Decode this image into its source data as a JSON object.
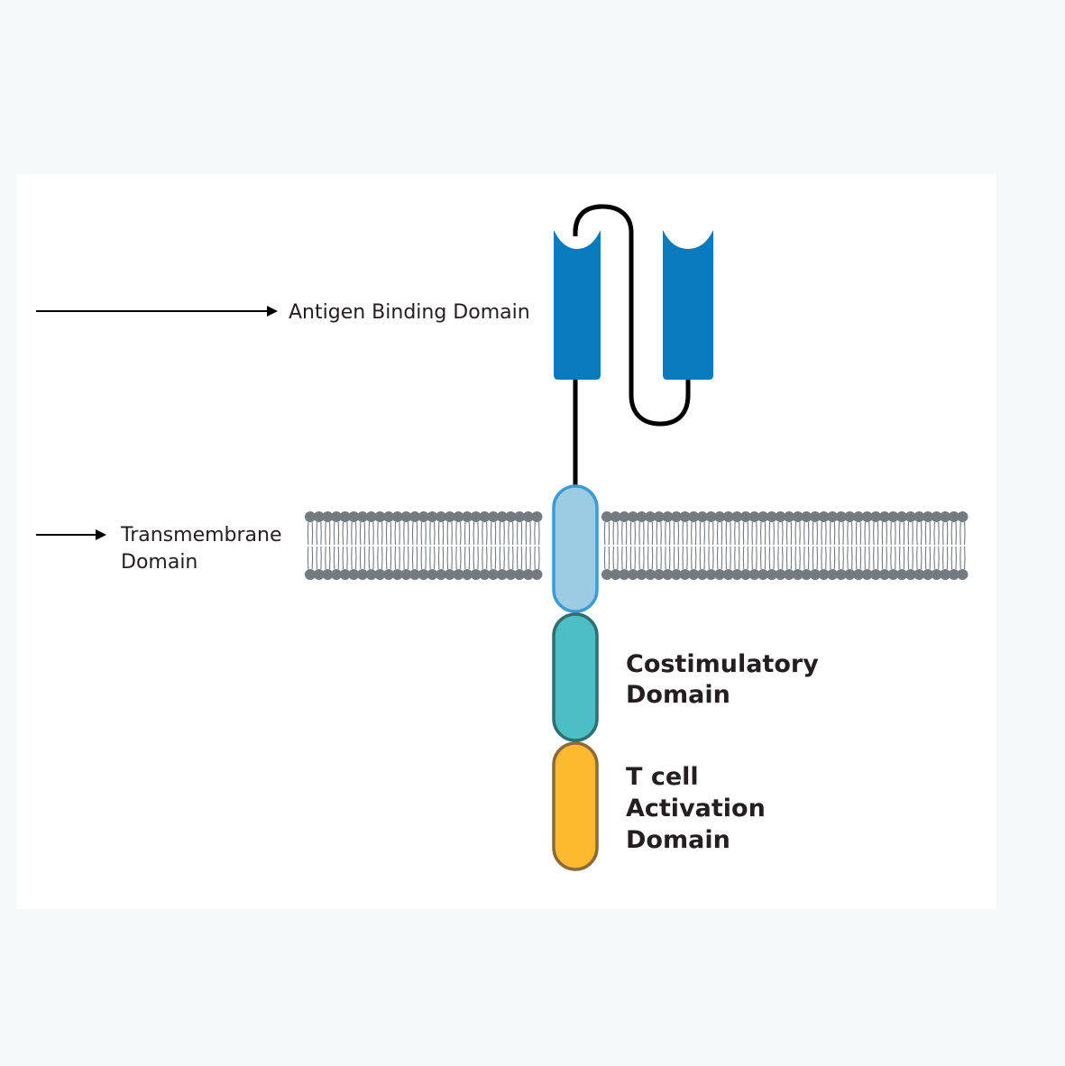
{
  "labels": {
    "antigen_binding": "Antigen Binding Domain",
    "transmembrane_line1": "Transmembrane",
    "transmembrane_line2": "Domain",
    "costimulatory_line1": "Costimulatory",
    "costimulatory_line2": "Domain",
    "tcell_line1": "T cell",
    "tcell_line2": "Activation",
    "tcell_line3": "Domain"
  },
  "colors": {
    "background": "#f6f9fa",
    "panel": "#ffffff",
    "antigen_binding": "#077bbd",
    "transmembrane_fill": "#9ccbe4",
    "transmembrane_stroke": "#3f9ad3",
    "costimulatory_fill": "#4bbfc5",
    "costimulatory_stroke": "#2f6f72",
    "tcell_fill": "#feba2f",
    "tcell_stroke": "#8a6a3a",
    "membrane": "#737b80",
    "linker": "#000000",
    "text": "#231f20"
  }
}
